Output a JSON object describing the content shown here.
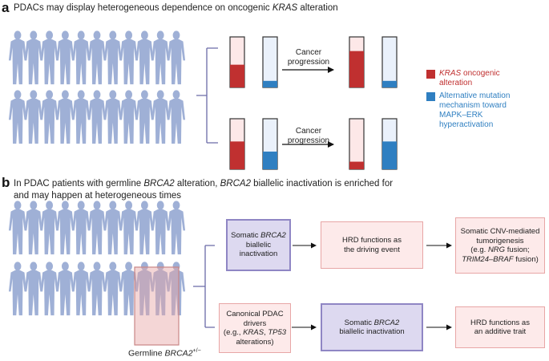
{
  "panel_a": {
    "letter": "a",
    "title": "PDACs may display heterogeneous dependence on oncogenic ",
    "title_gene": "KRAS",
    "title_end": " alteration",
    "arrow_label_1a": "Cancer",
    "arrow_label_1b": "progression",
    "arrow_label_2a": "Cancer",
    "arrow_label_2b": "progression",
    "bar_fractions": {
      "top_before": {
        "kras": 0.45,
        "alt": 0.13
      },
      "top_after": {
        "kras": 0.72,
        "alt": 0.13
      },
      "bottom_before": {
        "kras": 0.55,
        "alt": 0.35
      },
      "bottom_after": {
        "kras": 0.15,
        "alt": 0.55
      }
    },
    "legend": {
      "kras_gene": "KRAS",
      "kras_line1_rest": " oncogenic",
      "kras_line2": "alteration",
      "alt_line1": "Alternative mutation",
      "alt_line2": "mechanism toward",
      "alt_line3": "MAPK–ERK",
      "alt_line4": "hyperactivation"
    }
  },
  "panel_b": {
    "letter": "b",
    "title_1": "In PDAC patients with germline ",
    "title_gene1": "BRCA2",
    "title_2": " alteration, ",
    "title_gene2": "BRCA2",
    "title_3": " biallelic inactivation is enriched for",
    "title_line2": "and may happen at heterogeneous times",
    "germline_pre": "Germline ",
    "germline_gene": "BRCA2",
    "germline_sup": "+/−",
    "top_row": {
      "box1_line1": "Somatic ",
      "box1_gene": "BRCA2",
      "box1_line2": "biallelic inactivation",
      "box2_line1": "HRD functions as",
      "box2_line2": "the driving event",
      "box3_line1": "Somatic CNV-mediated",
      "box3_line2": "tumorigenesis",
      "box3_line3_pre": "(e.g. ",
      "box3_line3_gene": "NRG",
      "box3_line3_post": " fusion;",
      "box3_line4_gene": "TRIM24–BRAF",
      "box3_line4_post": " fusion)"
    },
    "bottom_row": {
      "box1_line1": "Canonical PDAC",
      "box1_line2": "drivers",
      "box1_line3_pre": "(e.g., ",
      "box1_line3_gene1": "KRAS",
      "box1_line3_sep": ", ",
      "box1_line3_gene2": "TP53",
      "box1_line4": "alterations)",
      "box2_line1": "Somatic ",
      "box2_gene": "BRCA2",
      "box2_line2": "biallelic inactivation",
      "box3_line1": "HRD functions as",
      "box3_line2": "an additive trait"
    }
  },
  "colors": {
    "kras_red": "#c03030",
    "alt_blue": "#2f7fc1",
    "bar_kras_bg": "#fde8e8",
    "bar_alt_bg": "#eaf1fb",
    "bracket": "#6a6aa8",
    "human": "#9fb0d6",
    "highlight": "#e7a3a3"
  },
  "icons": [
    "human-figure-icon",
    "arrow-right-icon"
  ]
}
